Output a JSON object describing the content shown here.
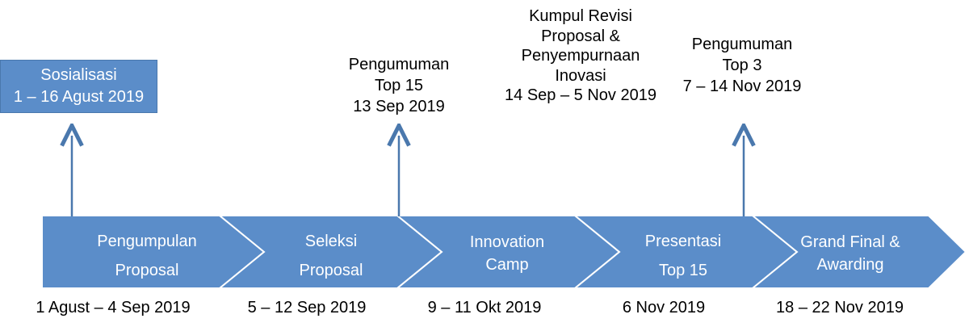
{
  "sosialisasi": {
    "title": "Sosialisasi",
    "date": "1 – 16 Agust 2019"
  },
  "stages": [
    {
      "line1": "Pengumpulan",
      "line2": "Proposal",
      "date": "1 Agust – 4 Sep 2019"
    },
    {
      "line1": "Seleksi",
      "line2": "Proposal",
      "date": "5 – 12 Sep 2019"
    },
    {
      "line1": "Innovation",
      "line2": "Camp",
      "date": "9 – 11 Okt 2019"
    },
    {
      "line1": "Presentasi",
      "line2": "Top 15",
      "date": "6 Nov 2019"
    },
    {
      "line1": "Grand Final &",
      "line2": "Awarding",
      "date": "18 – 22 Nov 2019"
    }
  ],
  "events": [
    {
      "lines": [
        "Pengumuman",
        "Top 15",
        "13 Sep 2019"
      ]
    },
    {
      "lines": [
        "Kumpul Revisi",
        "Proposal &",
        "Penyempurnaan",
        "Inovasi",
        "14 Sep – 5 Nov 2019"
      ]
    },
    {
      "lines": [
        "Pengumuman",
        "Top 3",
        "7 – 14 Nov 2019"
      ]
    }
  ],
  "colors": {
    "chevron_fill": "#5b8dc9",
    "chevron_border": "#ffffff",
    "arrow": "#4a78ad",
    "sosial_box": "#5b8dc9"
  }
}
